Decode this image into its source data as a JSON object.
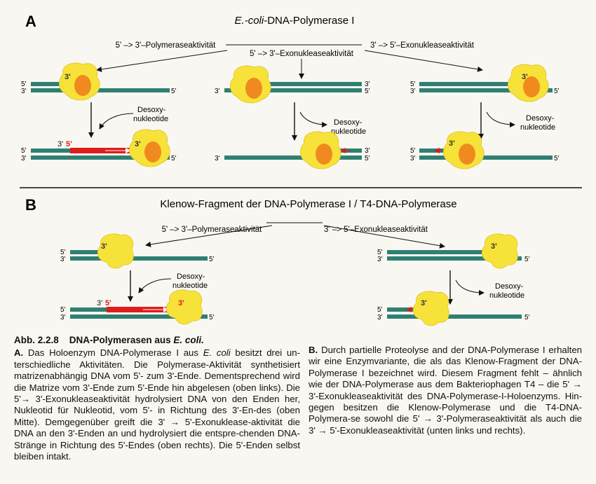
{
  "panel_a": {
    "letter": "A",
    "title_italic": "E.-coli",
    "title_rest": "-DNA-Polymerase I",
    "activity_poly": "5' –> 3'–Polymeraseaktivität",
    "activity_exo53": "5' –> 3'–Exonukleaseaktivität",
    "activity_exo35": "3' –> 5'–Exonukleaseaktivität"
  },
  "panel_b": {
    "letter": "B",
    "title": "Klenow-Fragment der DNA-Polymerase I / T4-DNA-Polymerase",
    "activity_poly": "5' –> 3'–Polymeraseaktivität",
    "activity_exo35": "3' –> 5'–Exonukleaseaktivität"
  },
  "labels": {
    "five_prime": "5'",
    "three_prime": "3'",
    "desoxy_line1": "Desoxy-",
    "desoxy_line2": "nukleotide"
  },
  "colors": {
    "dna": "#2f7f73",
    "enzyme_yellow": "#f7e23a",
    "enzyme_orange": "#f08a1e",
    "new_strand": "#e01c1c"
  },
  "caption": {
    "heading_label": "Abb. 2.2.8",
    "heading_text": "DNA-Polymerasen aus",
    "heading_italic": "E. coli.",
    "a_label": "A.",
    "a_p1": "Das Holoenzym DNA-Polymerase I aus",
    "a_italic1": "E. coli",
    "a_p2": "besitzt drei un-terschiedliche Aktivitäten. Die Polymerase-Aktivität synthetisiert matrizenabhängig DNA vom 5'- zum 3'-Ende. Dementsprechend wird die Matrize vom 3'-Ende zum 5'-Ende hin abgelesen (oben links). Die 5'→ 3'-Exonukleaseaktivität hydrolysiert DNA von den Enden her, Nukleotid für Nukleotid, vom 5'- in Richtung des 3'-En-des (oben Mitte). Demgegenüber greift die 3' → 5'-Exonuklease-aktivität die DNA an den 3'-Enden an und hydrolysiert die entspre-chenden DNA-Stränge in Richtung des 5'-Endes (oben rechts). Die 5'-Enden selbst bleiben intakt.",
    "b_label": "B.",
    "b_text": "Durch partielle Proteolyse and der DNA-Polymerase I erhalten wir eine Enzymvariante, die als das Klenow-Fragment der DNA-Polymerase I bezeichnet wird. Diesem Fragment fehlt – ähnlich wie der DNA-Polymerase aus dem Bakteriophagen T4 – die 5' → 3'-Exonukleaseaktivität des DNA-Polymerase-I-Holoenzyms. Hin-gegen besitzen die Klenow-Polymerase und die T4-DNA-Polymera-se sowohl die 5' → 3'-Polymeraseaktivität als auch die 3' → 5'-Exonukleaseaktivität (unten links und rechts)."
  }
}
